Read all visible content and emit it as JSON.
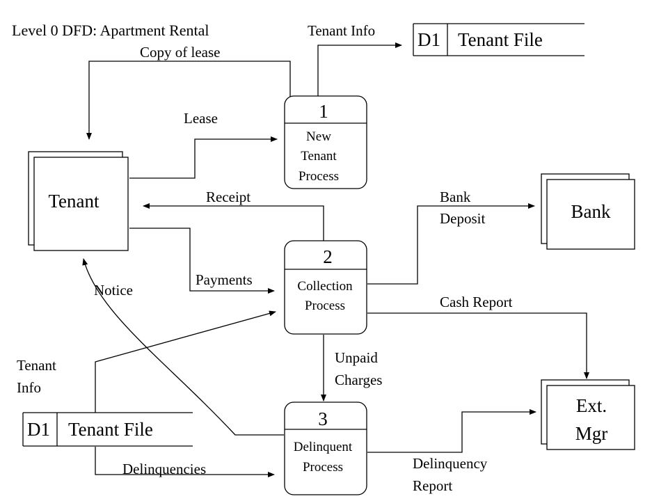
{
  "title": "Level 0 DFD:  Apartment Rental",
  "entities": {
    "tenant": "Tenant",
    "bank": "Bank",
    "ext_mgr_line1": "Ext.",
    "ext_mgr_line2": "Mgr"
  },
  "processes": {
    "p1": {
      "number": "1",
      "line1": "New",
      "line2": "Tenant",
      "line3": "Process"
    },
    "p2": {
      "number": "2",
      "line1": "Collection",
      "line2": "Process"
    },
    "p3": {
      "number": "3",
      "line1": "Delinquent",
      "line2": "Process"
    }
  },
  "stores": {
    "top": {
      "id": "D1",
      "name": "Tenant File"
    },
    "bottom": {
      "id": "D1",
      "name": "Tenant File"
    }
  },
  "flows": {
    "copy_of_lease": "Copy of lease",
    "tenant_info_top": "Tenant Info",
    "lease": "Lease",
    "receipt": "Receipt",
    "payments": "Payments",
    "notice": "Notice",
    "bank_deposit_line1": "Bank",
    "bank_deposit_line2": "Deposit",
    "cash_report": "Cash Report",
    "unpaid_line1": "Unpaid",
    "unpaid_line2": "Charges",
    "tenant_info_left_line1": "Tenant",
    "tenant_info_left_line2": "Info",
    "delinquencies": "Delinquencies",
    "delinquency_report_line1": "Delinquency",
    "delinquency_report_line2": "Report"
  }
}
